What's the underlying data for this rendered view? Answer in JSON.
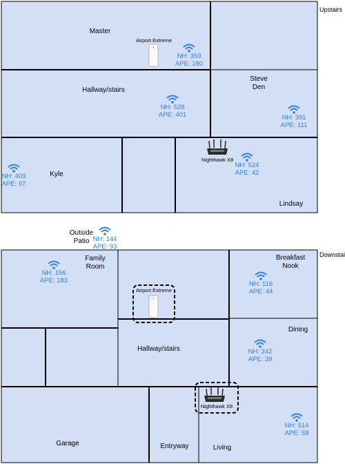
{
  "floors": {
    "upstairs": "Upstairs",
    "downstairs": "Downstairs"
  },
  "rooms": {
    "master": "Master",
    "hallway_up": "Hallway/stairs",
    "steve_den": [
      "Steve",
      "Den"
    ],
    "kyle": "Kyle",
    "lindsay": "Lindsay",
    "outside_patio": [
      "Outside",
      "Patio"
    ],
    "family_room": [
      "Family",
      "Room"
    ],
    "breakfast_nook": [
      "Breakfast",
      "Nook"
    ],
    "dining": "Dining",
    "hallway_down": "Hallway/stairs",
    "garage": "Garage",
    "entryway": "Entryway",
    "living": "Living"
  },
  "devices": {
    "airport_up": "Airport Extreme",
    "nighthawk_up": "Nighthawk X8",
    "airport_down": "Airport Extreme",
    "nighthawk_down": "Nighthawk X8"
  },
  "signals": {
    "master": {
      "nh": "NH: 359",
      "ape": "APE: 180"
    },
    "hallway_up": {
      "nh": "NH: 529",
      "ape": "APE: 401"
    },
    "steve_den": {
      "nh": "NH: 391",
      "ape": "APE: 111"
    },
    "kyle": {
      "nh": "NH: 409",
      "ape": "APE: 97"
    },
    "lindsay": {
      "nh": "NH: 524",
      "ape": "APE: 42"
    },
    "outside_patio": {
      "nh": "NH: 144",
      "ape": "APE: 93"
    },
    "family_room": {
      "nh": "NH: 156",
      "ape": "APE: 183"
    },
    "breakfast_nook": {
      "nh": "NH: 116",
      "ape": "APE: 44"
    },
    "dining": {
      "nh": "NH: 242",
      "ape": "APE: 39"
    },
    "living": {
      "nh": "NH: 514",
      "ape": "APE: 58"
    }
  },
  "colors": {
    "room_fill": "#d3dff5",
    "wall": "#000000",
    "signal": "#2f7fe0"
  }
}
